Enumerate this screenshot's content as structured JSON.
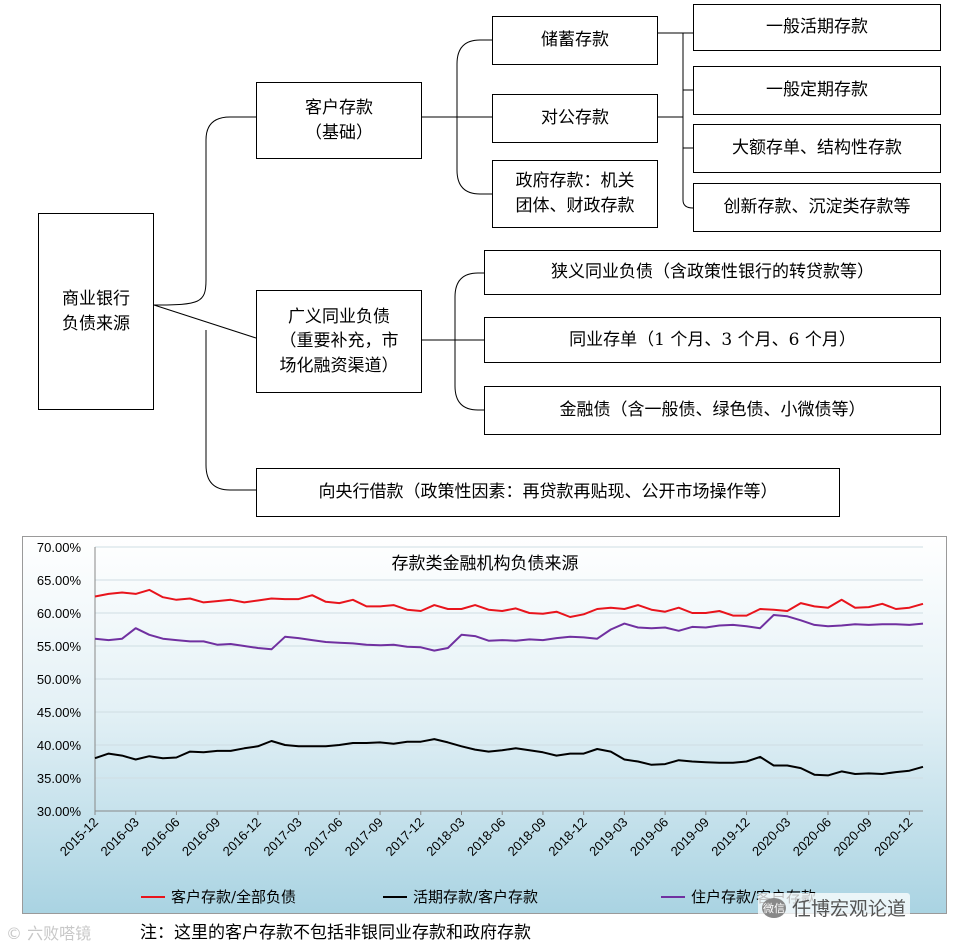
{
  "diagram": {
    "root": "商业银行\n负债来源",
    "customer_deposits": "客户存款\n（基础）",
    "savings_deposits": "储蓄存款",
    "corporate_deposits": "对公存款",
    "government_deposits": "政府存款：机关\n团体、财政存款",
    "general_demand": "一般活期存款",
    "general_time": "一般定期存款",
    "large_cd_structured": "大额存单、结构性存款",
    "innovative_deposits": "创新存款、沉淀类存款等",
    "interbank_liabilities": "广义同业负债\n（重要补充，市\n场化融资渠道）",
    "narrow_interbank": "狭义同业负债（含政策性银行的转贷款等）",
    "interbank_cd": "同业存单（1 个月、3 个月、6 个月）",
    "financial_bonds": "金融债（含一般债、绿色债、小微债等）",
    "central_bank": "向央行借款（政策性因素：再贷款再贴现、公开市场操作等）"
  },
  "chart_data": {
    "type": "line",
    "title": "存款类金融机构负债来源",
    "xlabel": "",
    "ylabel": "",
    "ylim": [
      0.3,
      0.7
    ],
    "y_ticks": [
      "70.00%",
      "65.00%",
      "60.00%",
      "55.00%",
      "50.00%",
      "45.00%",
      "40.00%",
      "35.00%",
      "30.00%"
    ],
    "x_tick_labels": [
      "2015-12",
      "2016-03",
      "2016-06",
      "2016-09",
      "2016-12",
      "2017-03",
      "2017-06",
      "2017-09",
      "2017-12",
      "2018-03",
      "2018-06",
      "2018-09",
      "2018-12",
      "2019-03",
      "2019-06",
      "2019-09",
      "2019-12",
      "2020-03",
      "2020-06",
      "2020-09",
      "2020-12"
    ],
    "grid": true,
    "legend": "bottom",
    "series": [
      {
        "name": "客户存款/全部负债",
        "color": "#e8141c",
        "values": [
          0.625,
          0.629,
          0.631,
          0.629,
          0.635,
          0.624,
          0.62,
          0.622,
          0.616,
          0.618,
          0.62,
          0.616,
          0.619,
          0.622,
          0.621,
          0.621,
          0.627,
          0.617,
          0.615,
          0.62,
          0.61,
          0.61,
          0.612,
          0.605,
          0.603,
          0.612,
          0.606,
          0.606,
          0.612,
          0.605,
          0.603,
          0.607,
          0.6,
          0.599,
          0.602,
          0.594,
          0.598,
          0.606,
          0.608,
          0.606,
          0.612,
          0.605,
          0.602,
          0.608,
          0.6,
          0.6,
          0.603,
          0.596,
          0.596,
          0.606,
          0.605,
          0.603,
          0.615,
          0.61,
          0.608,
          0.62,
          0.608,
          0.609,
          0.614,
          0.606,
          0.608,
          0.614
        ]
      },
      {
        "name": "活期存款/客户存款",
        "color": "#000000",
        "values": [
          0.38,
          0.387,
          0.384,
          0.378,
          0.383,
          0.38,
          0.381,
          0.39,
          0.389,
          0.391,
          0.391,
          0.395,
          0.398,
          0.406,
          0.4,
          0.398,
          0.398,
          0.398,
          0.4,
          0.403,
          0.403,
          0.404,
          0.402,
          0.405,
          0.405,
          0.409,
          0.404,
          0.398,
          0.393,
          0.39,
          0.392,
          0.395,
          0.392,
          0.389,
          0.384,
          0.387,
          0.387,
          0.394,
          0.39,
          0.378,
          0.375,
          0.37,
          0.371,
          0.377,
          0.375,
          0.374,
          0.373,
          0.373,
          0.375,
          0.382,
          0.369,
          0.369,
          0.365,
          0.355,
          0.354,
          0.36,
          0.356,
          0.357,
          0.356,
          0.359,
          0.361,
          0.367
        ]
      },
      {
        "name": "住户存款/客户存款",
        "color": "#7030a0",
        "values": [
          0.561,
          0.559,
          0.561,
          0.577,
          0.567,
          0.561,
          0.559,
          0.557,
          0.557,
          0.552,
          0.553,
          0.55,
          0.547,
          0.545,
          0.564,
          0.562,
          0.559,
          0.556,
          0.555,
          0.554,
          0.552,
          0.551,
          0.552,
          0.549,
          0.548,
          0.543,
          0.547,
          0.567,
          0.565,
          0.558,
          0.559,
          0.558,
          0.56,
          0.559,
          0.562,
          0.564,
          0.563,
          0.561,
          0.575,
          0.584,
          0.578,
          0.577,
          0.578,
          0.573,
          0.579,
          0.578,
          0.581,
          0.582,
          0.58,
          0.577,
          0.597,
          0.595,
          0.589,
          0.582,
          0.58,
          0.581,
          0.583,
          0.582,
          0.583,
          0.583,
          0.582,
          0.584
        ]
      }
    ]
  },
  "note": "注：这里的客户存款不包括非银同业存款和政府存款",
  "watermarks": {
    "left": "© 六败嗒镜",
    "right": "任博宏观论道",
    "right_badge": "微信"
  }
}
